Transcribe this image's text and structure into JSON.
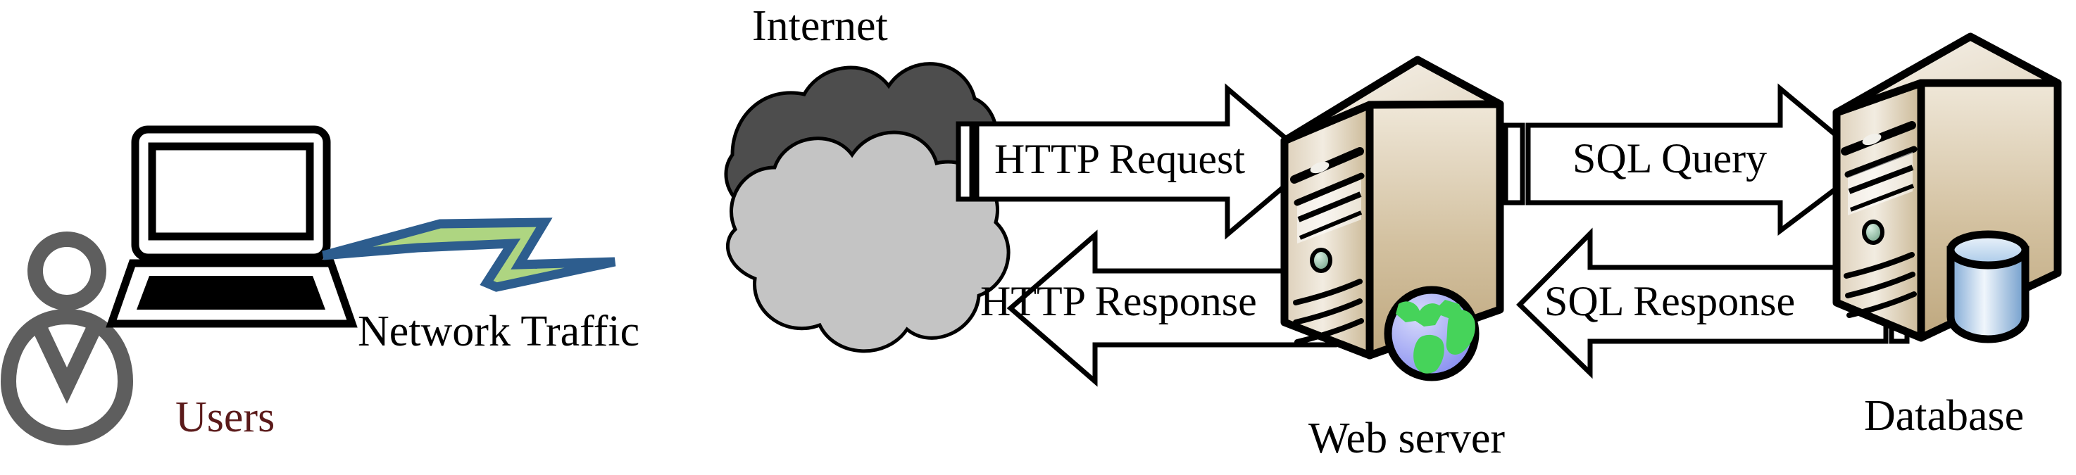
{
  "diagram": {
    "title": "Web application network traffic flow",
    "background_color": "#ffffff"
  },
  "nodes": [
    {
      "id": "users",
      "label": "Users",
      "label_color": "#5b1a1a",
      "icons": [
        "user-person-icon",
        "laptop-icon"
      ]
    },
    {
      "id": "internet",
      "label": "Internet",
      "label_color": "#000000",
      "icons": [
        "cloud-dark-icon",
        "cloud-light-icon"
      ],
      "colors": {
        "cloud_back": "#4d4d4d",
        "cloud_front": "#c4c4c4",
        "outline": "#000000"
      }
    },
    {
      "id": "web-server",
      "label": "Web server",
      "label_color": "#000000",
      "icons": [
        "server-tower-icon",
        "globe-icon"
      ],
      "colors": {
        "face": "#e8ded0",
        "side": "#c4ad87",
        "top": "#f4efe6",
        "led": "#7fae92"
      }
    },
    {
      "id": "database",
      "label": "Database",
      "label_color": "#000000",
      "icons": [
        "server-tower-icon",
        "database-cylinder-icon"
      ],
      "colors": {
        "face": "#e8ded0",
        "side": "#c4ad87",
        "top": "#f4efe6",
        "cylinder": "#a9c7e8"
      }
    }
  ],
  "connections": [
    {
      "id": "network-traffic",
      "label": "Network Traffic",
      "from": "users",
      "to": "internet",
      "style": "lightning-bolt",
      "colors": {
        "fill": "#aed581",
        "stroke": "#2d5d8e"
      }
    },
    {
      "id": "http-request",
      "label": "HTTP Request",
      "from": "internet",
      "to": "web-server",
      "direction": "right",
      "style": "block-arrow"
    },
    {
      "id": "http-response",
      "label": "HTTP Response",
      "from": "web-server",
      "to": "internet",
      "direction": "left",
      "style": "block-arrow"
    },
    {
      "id": "sql-query",
      "label": "SQL Query",
      "from": "web-server",
      "to": "database",
      "direction": "right",
      "style": "block-arrow"
    },
    {
      "id": "sql-response",
      "label": "SQL Response",
      "from": "database",
      "to": "web-server",
      "direction": "left",
      "style": "block-arrow"
    }
  ]
}
